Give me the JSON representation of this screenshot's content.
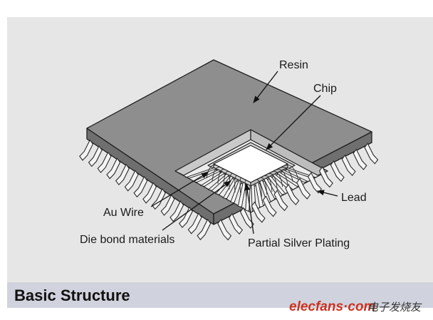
{
  "title": "Basic Structure",
  "labels": {
    "resin": "Resin",
    "chip": "Chip",
    "lead": "Lead",
    "au_wire": "Au Wire",
    "die_bond": "Die bond materials",
    "plating": "Partial Silver Plating"
  },
  "watermark": {
    "brand_a": "elecfans",
    "brand_dot": "·",
    "brand_b": "com",
    "cn": "电子发烧友",
    "brand_color": "#cc3322",
    "cn_color": "#333333"
  },
  "colors": {
    "panel": "#e6e6e6",
    "title_bar": "#d0d3dd",
    "resin_top": "#8e8e8e",
    "resin_side": "#6f6f6f"
  }
}
